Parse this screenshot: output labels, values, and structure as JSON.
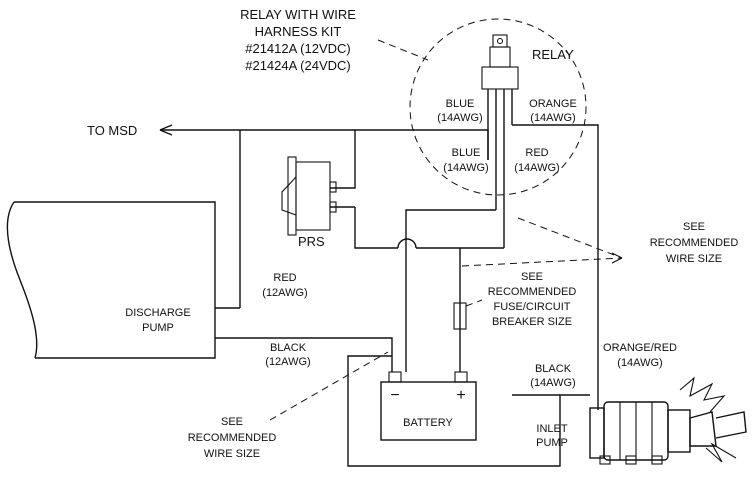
{
  "relay_kit": {
    "line1": "RELAY WITH WIRE",
    "line2": "HARNESS KIT",
    "line3": "#21412A (12VDC)",
    "line4": "#21424A (24VDC)"
  },
  "relay_label": "RELAY",
  "wires": {
    "blue_top": {
      "color": "BLUE",
      "gauge": "(14AWG)"
    },
    "orange_top": {
      "color": "ORANGE",
      "gauge": "(14AWG)"
    },
    "blue_lower": {
      "color": "BLUE",
      "gauge": "(14AWG)"
    },
    "red_lower": {
      "color": "RED",
      "gauge": "(14AWG)"
    },
    "red_discharge": {
      "color": "RED",
      "gauge": "(12AWG)"
    },
    "black_discharge": {
      "color": "BLACK",
      "gauge": "(12AWG)"
    },
    "black_inlet": {
      "color": "BLACK",
      "gauge": "(14AWG)"
    },
    "orange_red_inlet": {
      "color": "ORANGE/RED",
      "gauge": "(14AWG)"
    }
  },
  "to_msd": "TO MSD",
  "prs": "PRS",
  "discharge_pump": {
    "line1": "DISCHARGE",
    "line2": "PUMP"
  },
  "inlet_pump": {
    "line1": "INLET",
    "line2": "PUMP"
  },
  "battery": {
    "label": "BATTERY",
    "neg": "−",
    "pos": "+"
  },
  "see_wire_right": {
    "line1": "SEE",
    "line2": "RECOMMENDED",
    "line3": "WIRE SIZE"
  },
  "see_fuse": {
    "line1": "SEE",
    "line2": "RECOMMENDED",
    "line3": "FUSE/CIRCUIT",
    "line4": "BREAKER SIZE"
  },
  "see_wire_left": {
    "line1": "SEE",
    "line2": "RECOMMENDED",
    "line3": "WIRE SIZE"
  }
}
